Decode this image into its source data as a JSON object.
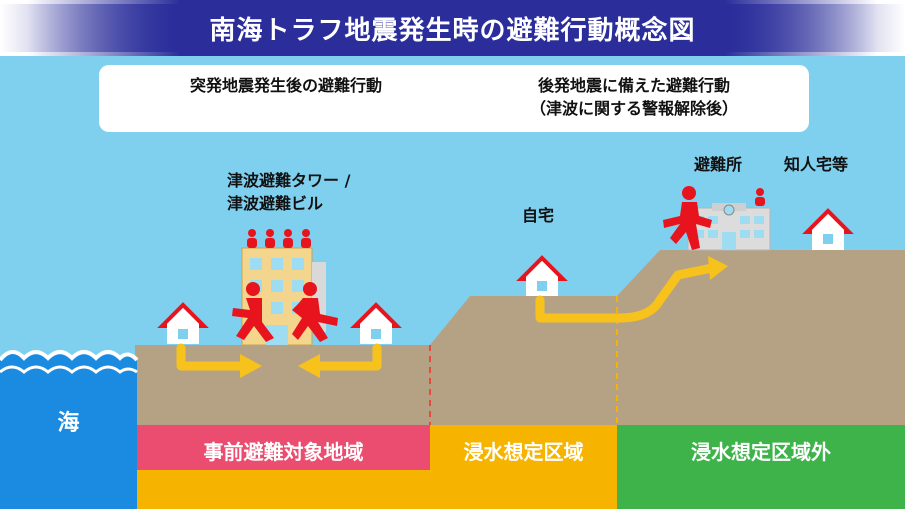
{
  "title": "南海トラフ地震発生時の避難行動概念図",
  "legend": {
    "red_label": "突発地震発生後の避難行動",
    "blue_label_line1": "後発地震に備えた避難行動",
    "blue_label_line2": "（津波に関する警報解除後）",
    "red_color": "#e8141d",
    "blue_color": "#1a7fd6",
    "red_arrow_color": "#f5b800",
    "blue_arrow_color": "#7fdcf5"
  },
  "labels": {
    "tower_line1": "津波避難タワー /",
    "tower_line2": "津波避難ビル",
    "home": "自宅",
    "shelter": "避難所",
    "acquaintance": "知人宅等"
  },
  "zones": {
    "sea": "海",
    "advance": "事前避難対象地域",
    "flood": "浸水想定区域",
    "outside": "浸水想定区域外"
  },
  "colors": {
    "sea": "#1a8be0",
    "ground": "#b5a285",
    "advance": "#ea4d6f",
    "flood": "#f6b300",
    "outside": "#3db34a",
    "path_arrow": "#f8c21c",
    "sky": "#7fd0ef"
  }
}
